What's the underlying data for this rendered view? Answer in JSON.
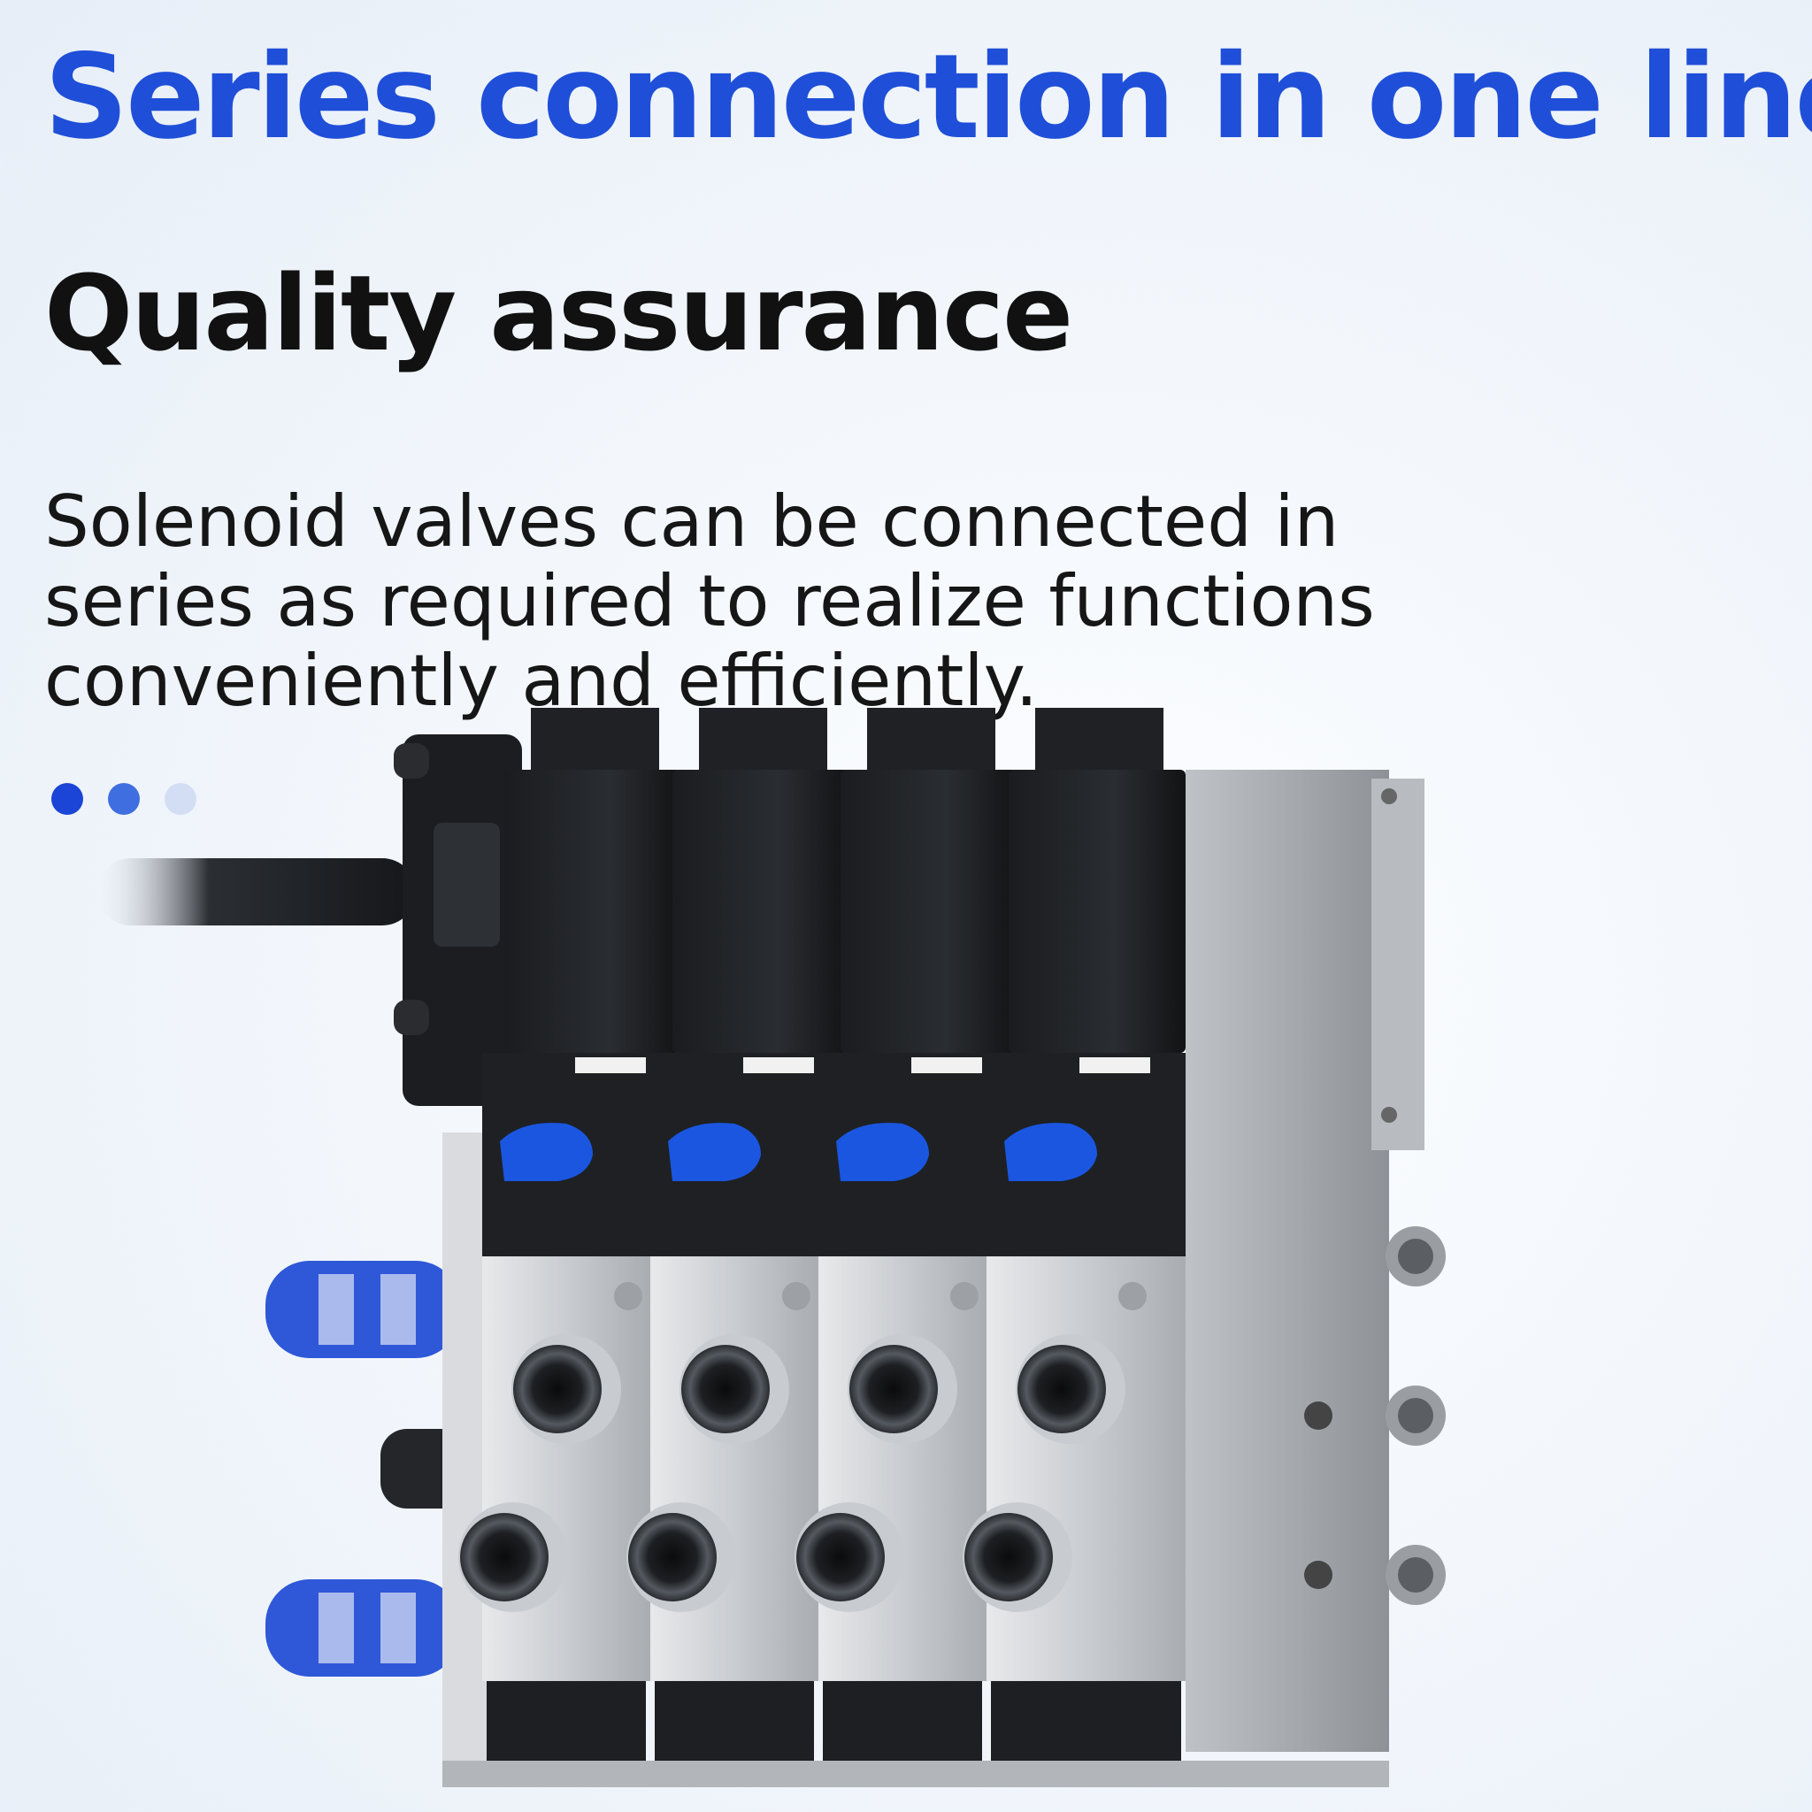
{
  "headline": "Series connection in one line",
  "subhead": "Quality assurance",
  "description": "Solenoid valves can be connected in series as required to realize functions conveniently and efficiently.",
  "carousel": {
    "total": 3,
    "active": 0
  },
  "colors": {
    "headline": "#1f4fd8",
    "subhead": "#111111",
    "dot_active": "#1a45d6",
    "dot_mid": "#3f6ee0",
    "dot_light": "#d3def4",
    "knob": "#1a56e0",
    "silencer": "#2f58d8"
  },
  "product_icons": [
    "solenoid-valve-manifold-icon"
  ]
}
